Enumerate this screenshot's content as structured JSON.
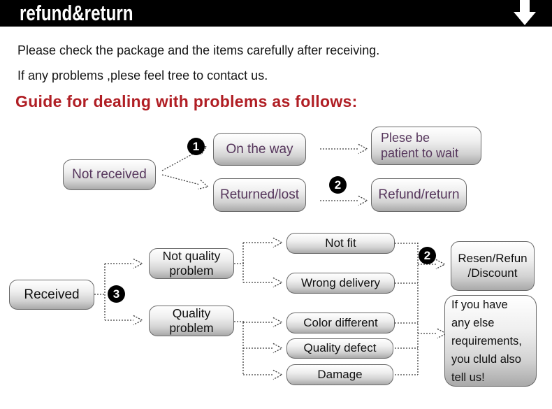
{
  "banner": {
    "title": "refund&return"
  },
  "intro": {
    "line1": "Please check the package and the items carefully after receiving.",
    "line2": "If any problems ,plese feel tree to contact us."
  },
  "heading": "Guide for dealing with problems as follows:",
  "colors": {
    "banner_bg": "#000000",
    "heading_red": "#b01e24",
    "flow1_text_purple": "#56365c",
    "flow2_text_black": "#101010",
    "node_border": "#6a6a6a",
    "node_gradient_top": "#ffffff",
    "node_gradient_bottom": "#a9a9a9",
    "connector": "#3f3f3f"
  },
  "flow1": {
    "not_received": "Not received",
    "on_the_way": "On the way",
    "please_wait": "Plese be\npatient to wait",
    "returned_lost": "Returned/lost",
    "refund_return": "Refund/return"
  },
  "flow2": {
    "received": "Received",
    "not_quality_problem": "Not quality\nproblem",
    "quality_problem": "Quality\nproblem",
    "not_fit": "Not fit",
    "wrong_delivery": "Wrong delivery",
    "color_different": "Color different",
    "quality_defect": "Quality defect",
    "damage": "Damage",
    "resen_refun_discount": "Resen/Refun\n/Discount",
    "if_you_have": "If you have\nany else\nrequirements,\nyou cluld also\ntell us!"
  },
  "badges": {
    "one": "1",
    "two": "2",
    "three": "3"
  }
}
